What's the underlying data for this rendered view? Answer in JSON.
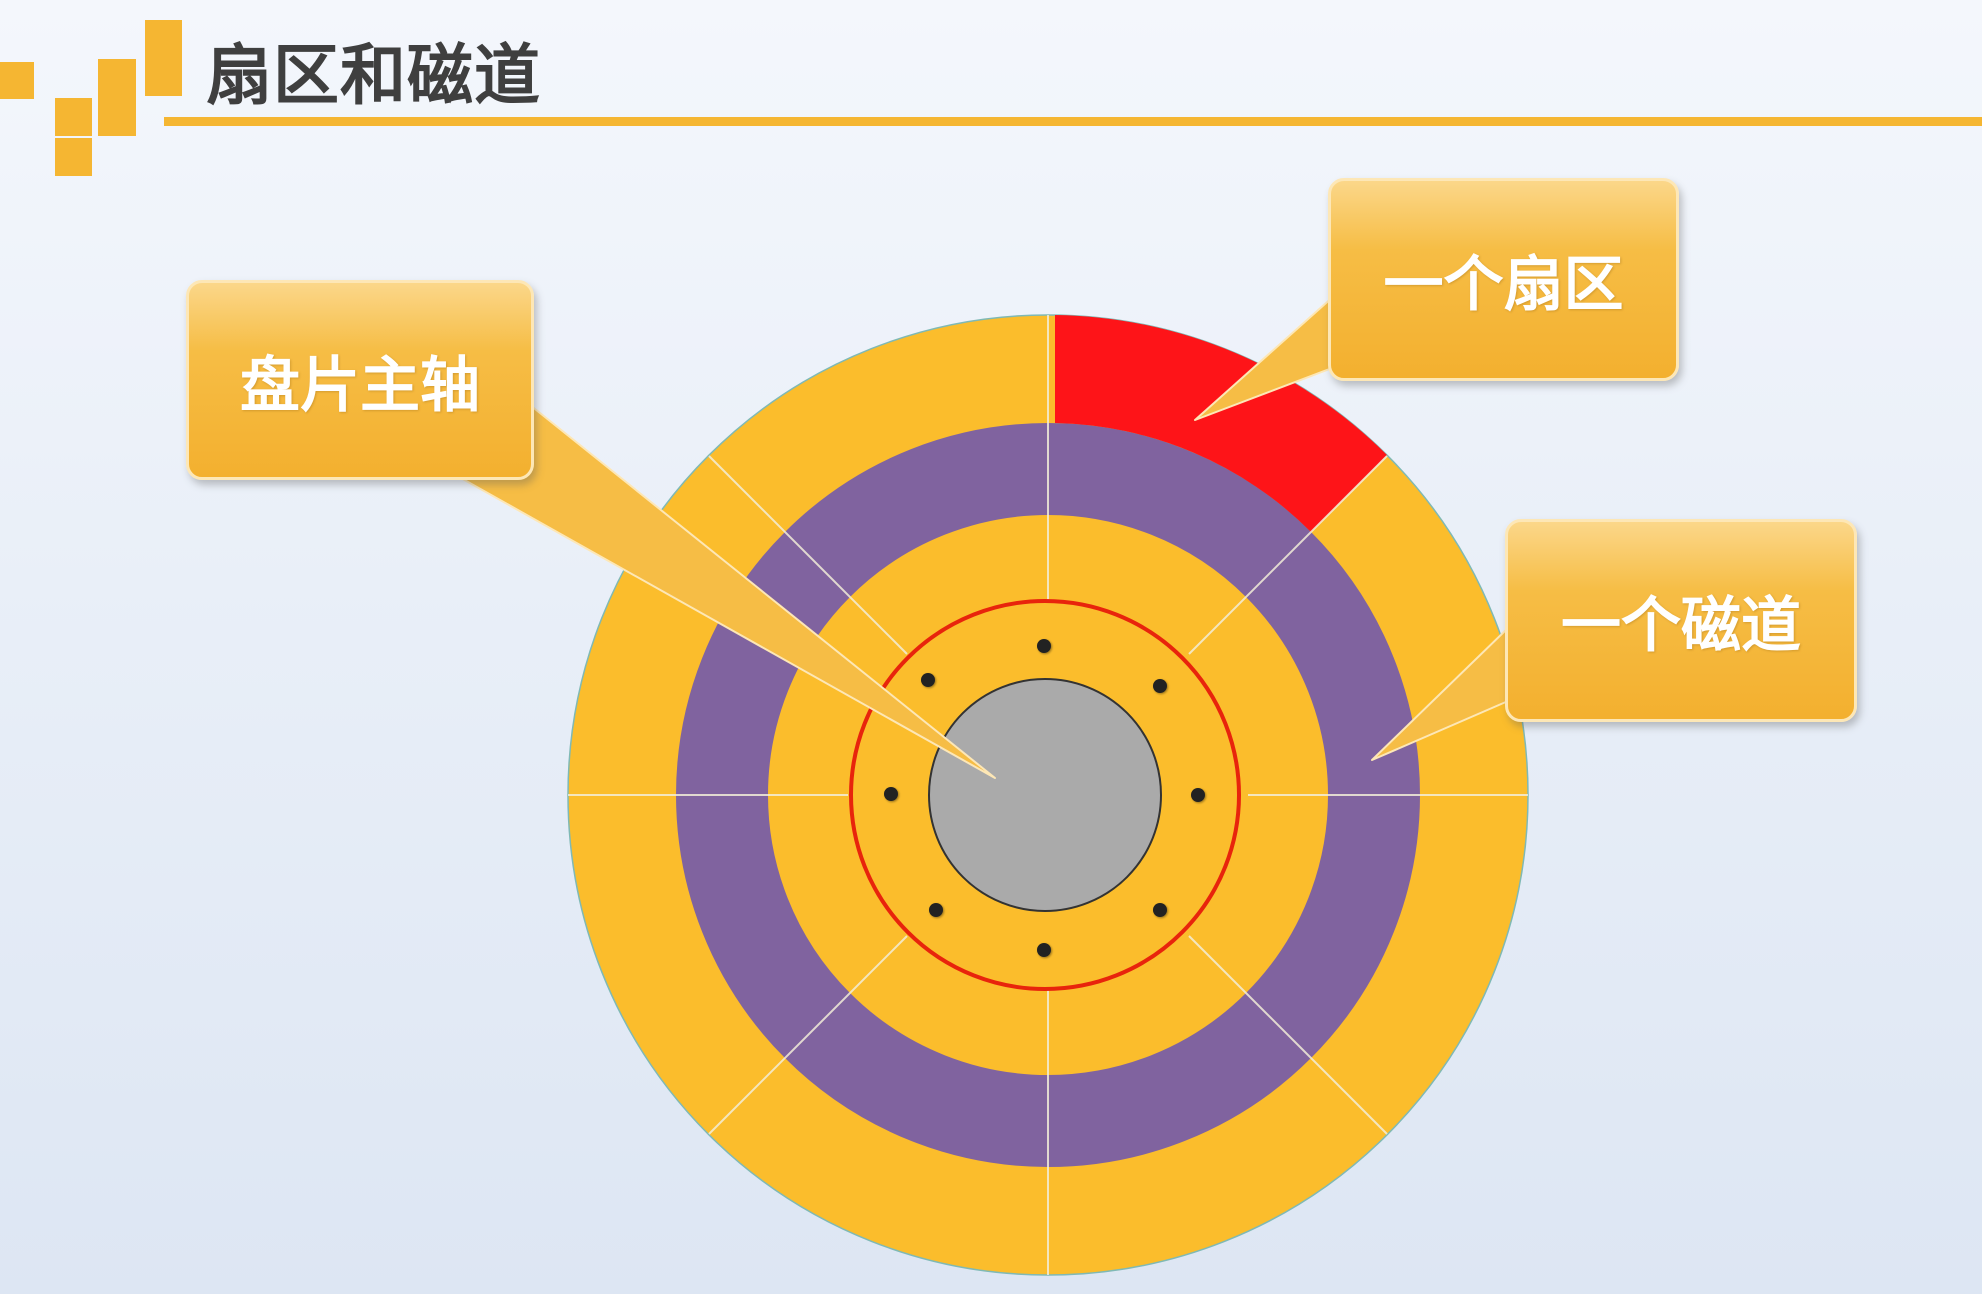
{
  "title": "扇区和磁道",
  "callouts": {
    "spindle": "盘片主轴",
    "sector": "一个扇区",
    "track": "一个磁道"
  },
  "colors": {
    "accent": "#f5b632",
    "disk_orange": "#fbbd2c",
    "track_purple": "#80639f",
    "sector_red": "#fe1418",
    "spindle_gray": "#aaaaaa",
    "ring_red": "#e8240c",
    "title_text": "#3f3f3f"
  }
}
